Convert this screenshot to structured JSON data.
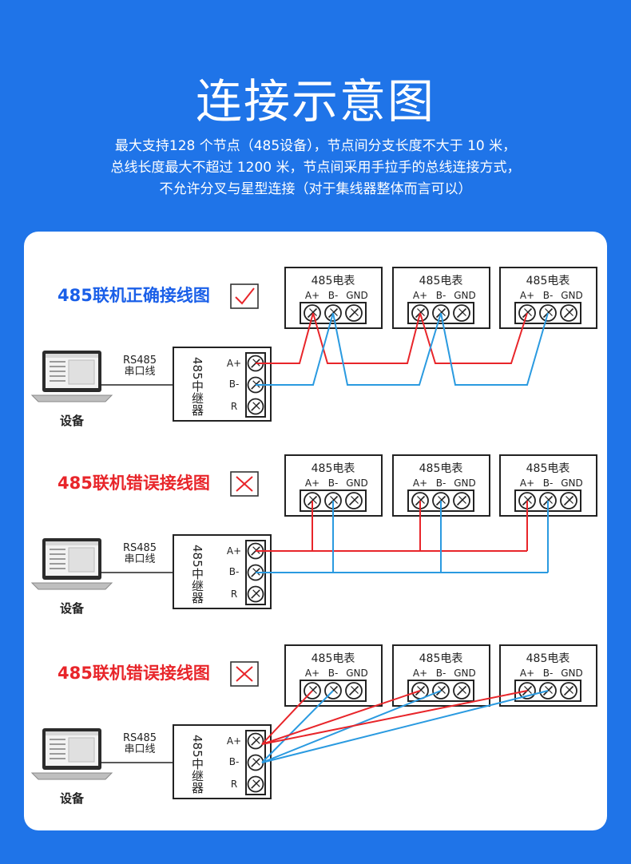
{
  "header": {
    "title": "连接示意图",
    "lines": [
      "最大支持128 个节点（485设备），节点间分支长度不大于 10 米，",
      "总线长度最大不超过 1200 米，节点间采用手拉手的总线连接方式，",
      "不允许分叉与星型连接（对于集线器整体而言可以）"
    ]
  },
  "labels": {
    "meter": "485电表",
    "a": "A+",
    "b": "B-",
    "gnd": "GND",
    "cable1": "RS485",
    "cable2": "串口线",
    "device": "设备",
    "repeater": "485中继器",
    "ta": "A+",
    "tb": "B-",
    "tr": "R"
  },
  "sections": [
    {
      "title": "485联机正确接线图",
      "mark": "check-icon",
      "color": "#1a5fe8"
    },
    {
      "title": "485联机错误接线图",
      "mark": "cross-icon",
      "color": "#e8252a"
    },
    {
      "title": "485联机错误接线图",
      "mark": "cross-icon",
      "color": "#e8252a"
    }
  ],
  "colors": {
    "a_wire": "#e8252a",
    "b_wire": "#2a9ae0",
    "background": "#1f74e8"
  }
}
